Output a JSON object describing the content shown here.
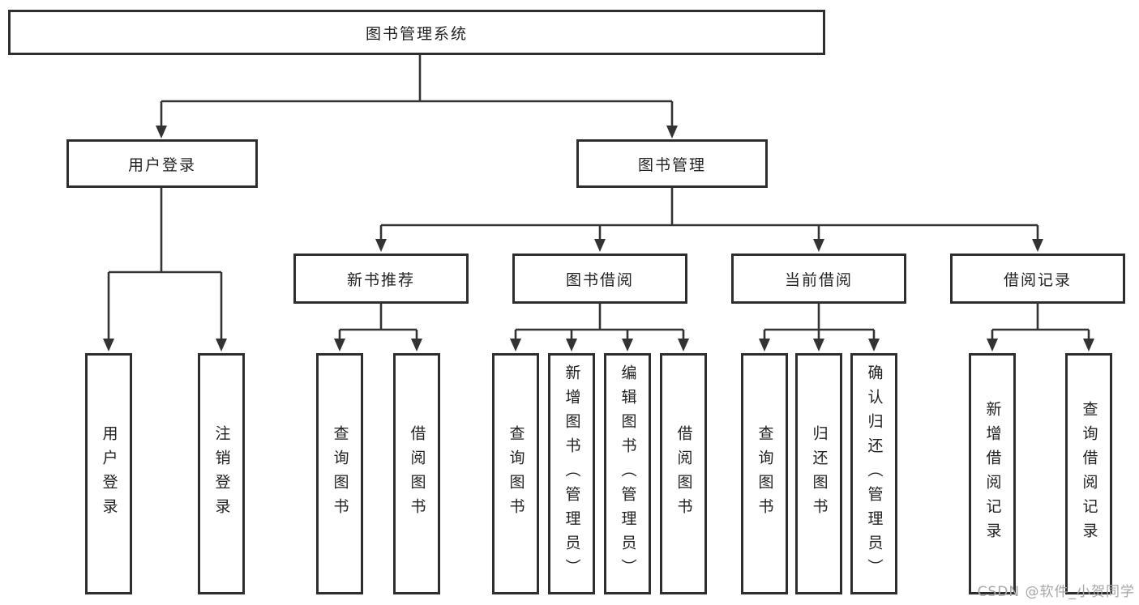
{
  "diagram": {
    "root": {
      "label": "图书管理系统"
    },
    "branches": [
      {
        "label": "用户登录",
        "leaves": [
          {
            "label": "用户登录"
          },
          {
            "label": "注销登录"
          }
        ]
      },
      {
        "label": "图书管理",
        "groups": [
          {
            "label": "新书推荐",
            "leaves": [
              {
                "label": "查询图书"
              },
              {
                "label": "借阅图书"
              }
            ]
          },
          {
            "label": "图书借阅",
            "leaves": [
              {
                "label": "查询图书"
              },
              {
                "label": "新增图书（管理员）"
              },
              {
                "label": "编辑图书（管理员）"
              },
              {
                "label": "借阅图书"
              }
            ]
          },
          {
            "label": "当前借阅",
            "leaves": [
              {
                "label": "查询图书"
              },
              {
                "label": "归还图书"
              },
              {
                "label": "确认归还（管理员）"
              }
            ]
          },
          {
            "label": "借阅记录",
            "leaves": [
              {
                "label": "新增借阅记录"
              },
              {
                "label": "查询借阅记录"
              }
            ]
          }
        ]
      }
    ]
  },
  "watermark": {
    "text": "CSDN @软件_小贺同学"
  },
  "colors": {
    "line": "#333333",
    "box_border": "#2e2e2e",
    "text": "#222222",
    "watermark": "#a6a6a6",
    "background": "#ffffff"
  }
}
